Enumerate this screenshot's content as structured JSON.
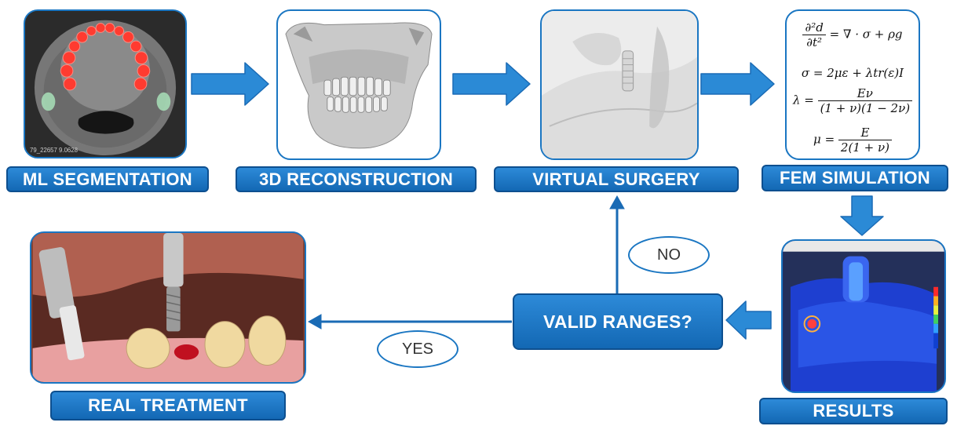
{
  "steps": {
    "ml_segmentation": "ML SEGMENTATION",
    "reconstruction_3d": "3D RECONSTRUCTION",
    "virtual_surgery": "VIRTUAL SURGERY",
    "fem_simulation": "FEM SIMULATION",
    "results": "RESULTS",
    "valid_ranges": "VALID RANGES?",
    "real_treatment": "REAL TREATMENT"
  },
  "branches": {
    "no": "NO",
    "yes": "YES"
  },
  "ct_caption": "79_22657 9.0628",
  "equations": {
    "eq1_lhs_num": "∂²d",
    "eq1_lhs_den": "∂t²",
    "eq1_rhs": "= ∇ · σ + ρg",
    "eq2": "σ = 2με + λtr(ε)I",
    "eq3_lhs": "λ =",
    "eq3_num": "Eν",
    "eq3_den": "(1 + ν)(1 − 2ν)",
    "eq4_lhs": "μ =",
    "eq4_num": "E",
    "eq4_den": "2(1 + ν)"
  },
  "colors": {
    "accent": "#1a76c2",
    "arrow": "#2b8ad6",
    "label_text": "#ffffff",
    "tooth_mask": "#ff3b30",
    "heatmap_base": "#1e3fd0"
  }
}
